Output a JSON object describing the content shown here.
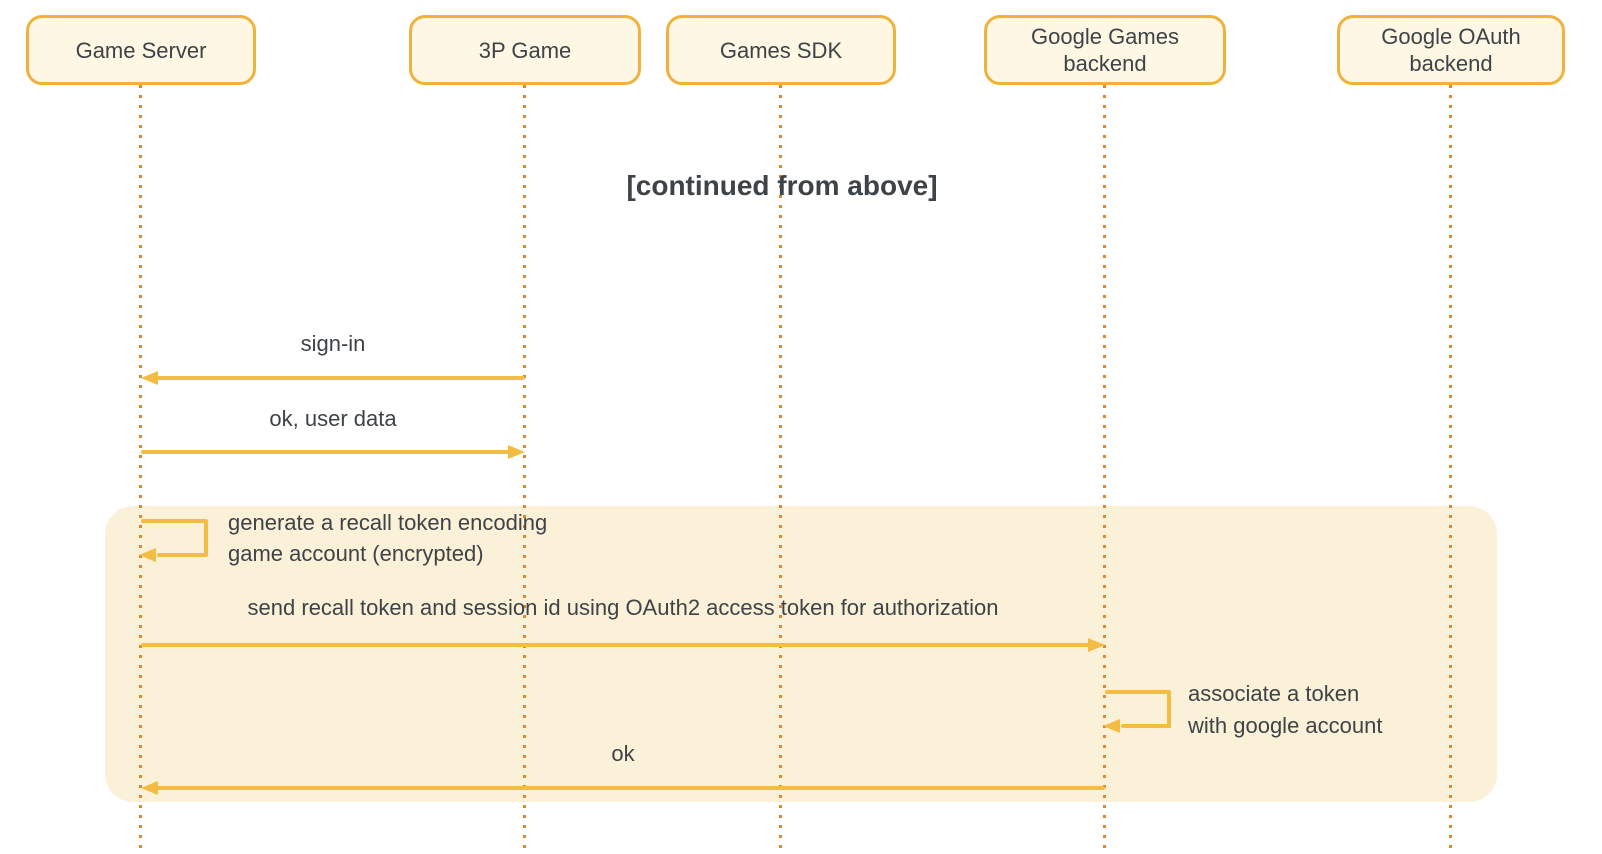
{
  "diagram_type": "sequence-diagram",
  "actors": [
    {
      "label": "Game Server"
    },
    {
      "label": "3P Game"
    },
    {
      "label": "Games SDK"
    },
    {
      "label": "Google Games backend"
    },
    {
      "label": "Google OAuth backend"
    }
  ],
  "continuation_note": "[continued from above]",
  "messages": {
    "sign_in": "sign-in",
    "ok_user_data": "ok, user data",
    "generate_recall_line1": "generate a recall token encoding",
    "generate_recall_line2": "game account (encrypted)",
    "send_recall": "send recall token and session id using OAuth2 access token for authorization",
    "associate_line1": "associate a token",
    "associate_line2": "with google account",
    "ok": "ok"
  },
  "colors": {
    "actor_fill": "#FDF7E4",
    "actor_border": "#F0B23D",
    "lifeline": "#E1862E",
    "arrow": "#F3BC42",
    "highlight": "#FBF1D9",
    "text": "#3E4347",
    "background": "#FFFFFF"
  }
}
